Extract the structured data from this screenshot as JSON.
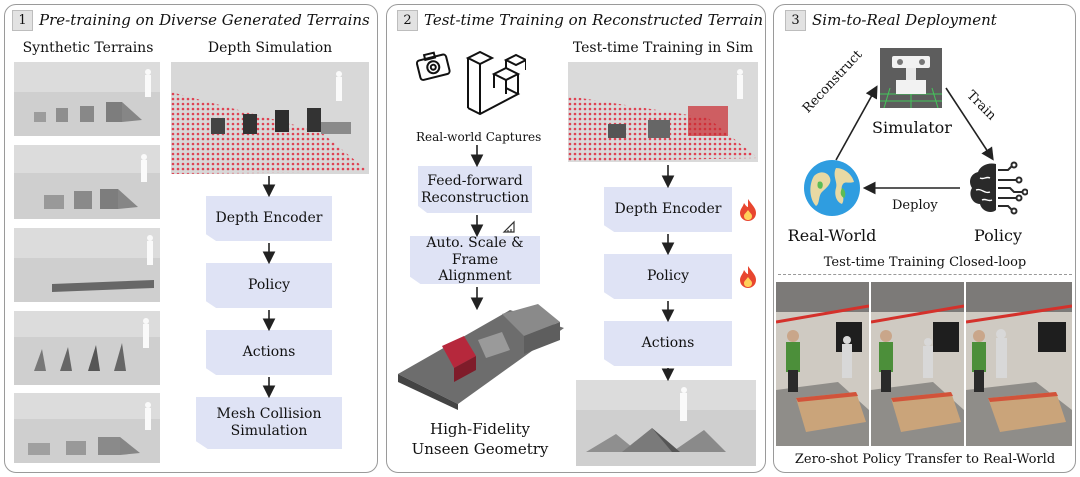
{
  "panels": [
    {
      "number": "1",
      "title": "Pre-training on Diverse Generated Terrains"
    },
    {
      "number": "2",
      "title": "Test-time Training on Reconstructed Terrain"
    },
    {
      "number": "3",
      "title": "Sim-to-Real Deployment"
    }
  ],
  "p1": {
    "synthetic_header": "Synthetic Terrains",
    "depth_header": "Depth Simulation",
    "boxes": [
      "Depth Encoder",
      "Policy",
      "Actions",
      "Mesh Collision Simulation"
    ]
  },
  "p2": {
    "captures_label": "Real-world Captures",
    "boxes_left": [
      "Feed-forward Reconstruction",
      "Auto. Scale & Frame Alignment"
    ],
    "geometry_label": "High-Fidelity Unseen Geometry",
    "tt_header": "Test-time Training in Sim",
    "boxes_right": [
      "Depth Encoder",
      "Policy",
      "Actions"
    ]
  },
  "p3": {
    "simulator": "Simulator",
    "real_world": "Real-World",
    "policy": "Policy",
    "reconstruct": "Reconstruct",
    "train": "Train",
    "deploy": "Deploy",
    "closed_loop": "Test-time Training Closed-loop",
    "zero_shot": "Zero-shot Policy Transfer to Real-World"
  },
  "colors": {
    "box": "#dfe3f5",
    "fire": "#e8462f",
    "arrow": "#222222",
    "panel_border": "#9a9a9a"
  }
}
